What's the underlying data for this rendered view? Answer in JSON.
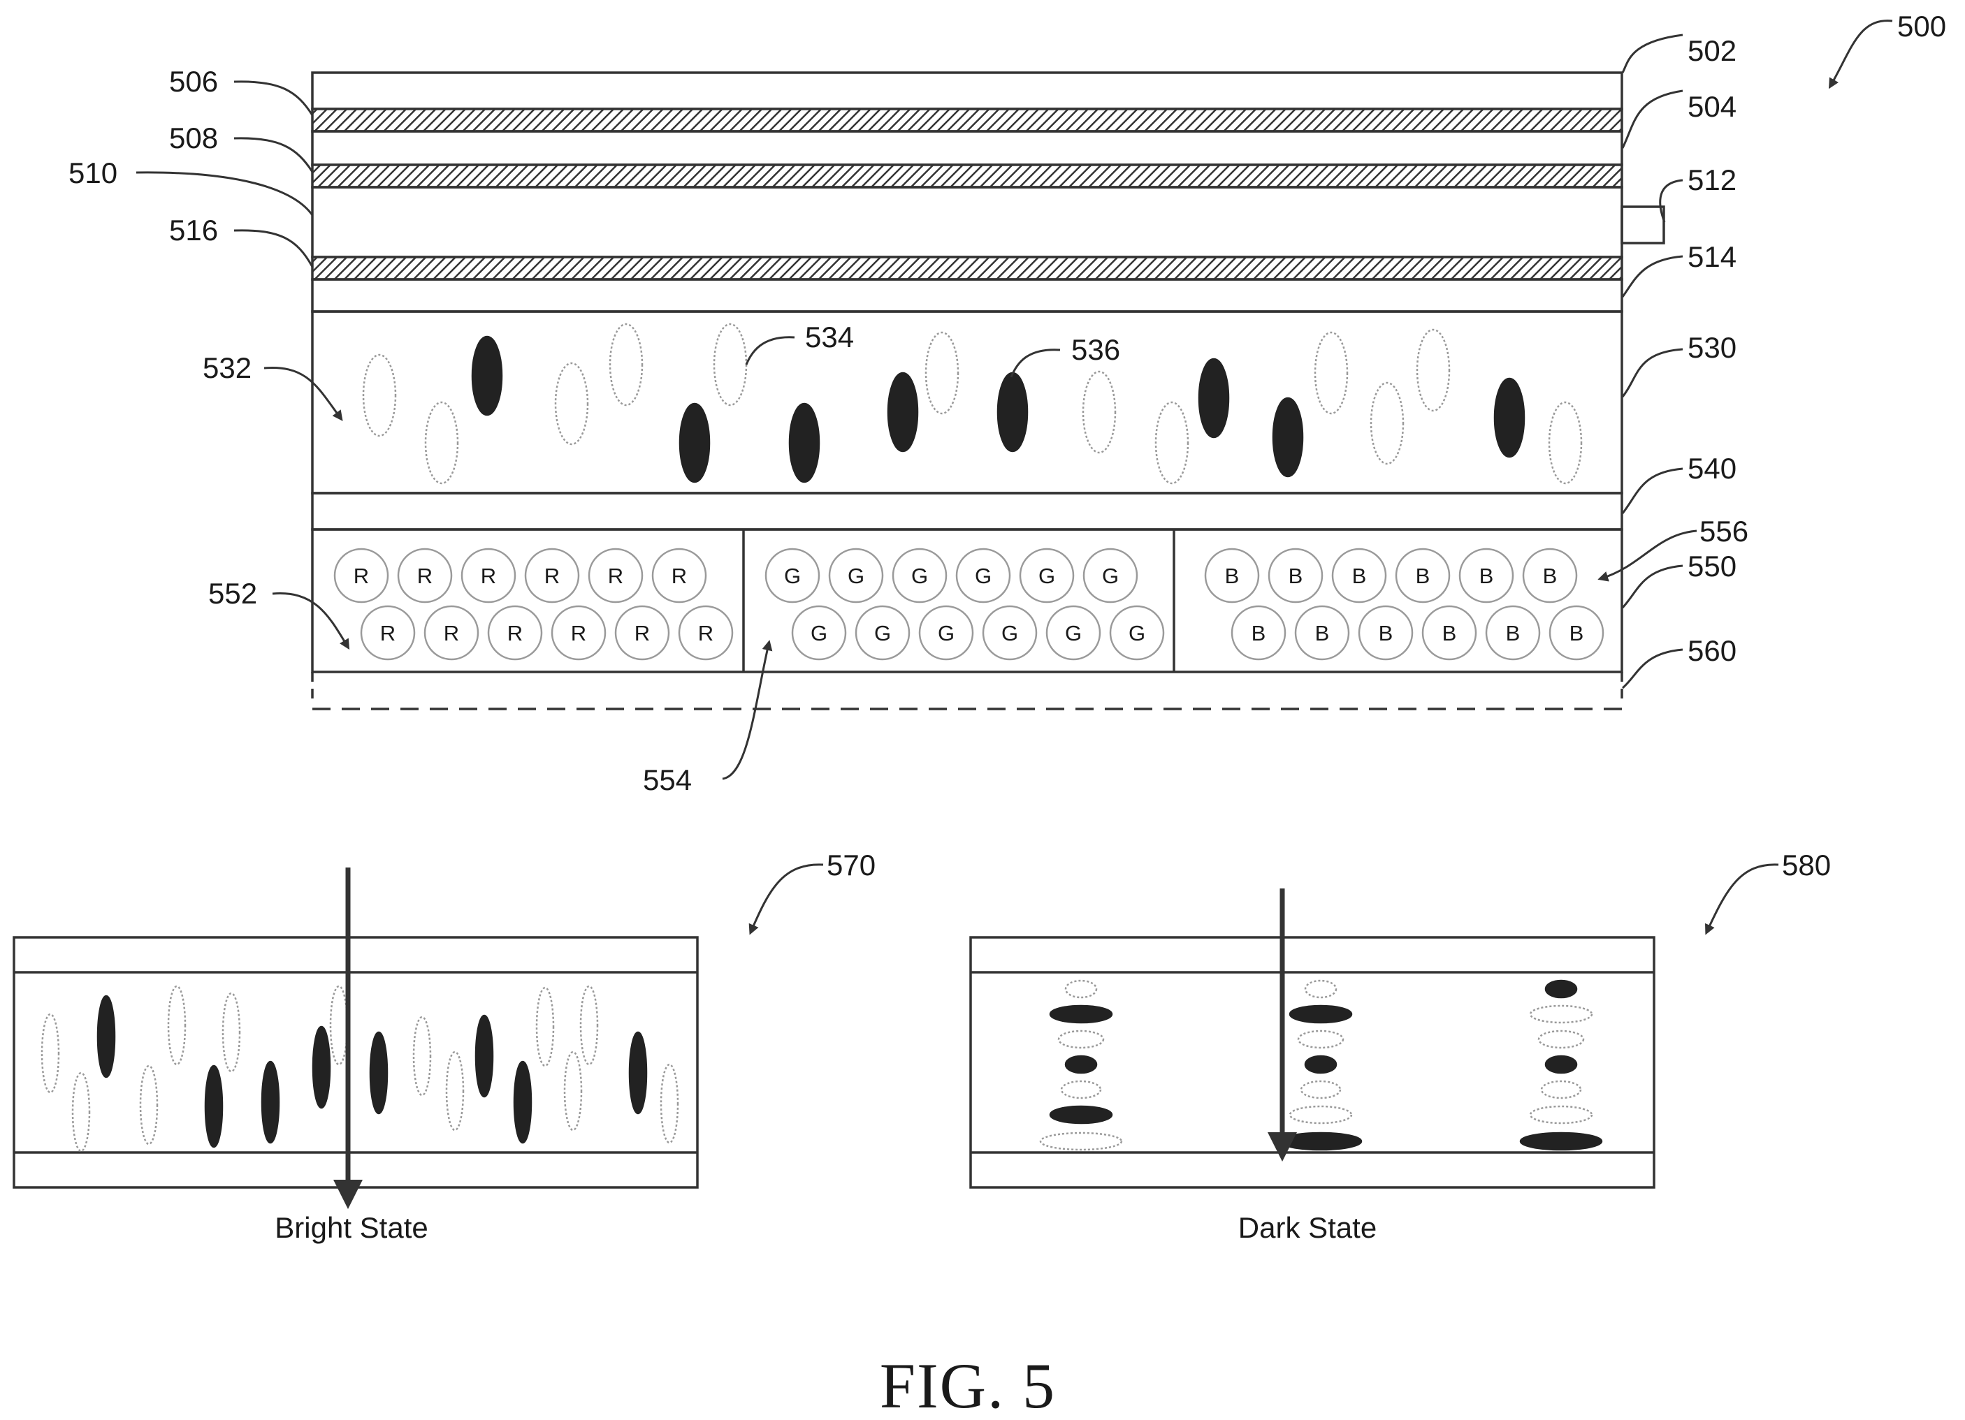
{
  "figure": {
    "title": "FIG. 5",
    "labels": {
      "500": "500",
      "502": "502",
      "504": "504",
      "506": "506",
      "508": "508",
      "510": "510",
      "512": "512",
      "514": "514",
      "516": "516",
      "530": "530",
      "532": "532",
      "534": "534",
      "536": "536",
      "540": "540",
      "550": "550",
      "552": "552",
      "554": "554",
      "556": "556",
      "560": "560",
      "570": "570",
      "580": "580"
    },
    "subpixels": {
      "red": "R",
      "green": "G",
      "blue": "B"
    },
    "bright_caption": "Bright State",
    "dark_caption": "Dark State"
  },
  "colors": {
    "ink": "#1a1a1a",
    "outline": "#333333",
    "faint": "#9a9a9a",
    "background": "#ffffff"
  }
}
